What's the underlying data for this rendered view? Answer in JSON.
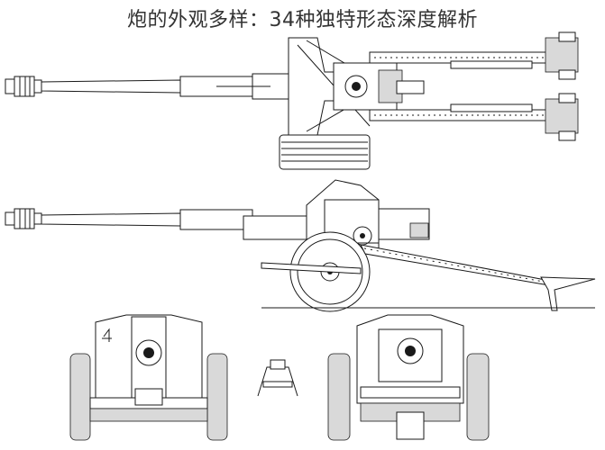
{
  "header": {
    "title": "炮的外观多样：34种独特形态深度解析"
  },
  "figure": {
    "views": [
      "top-view",
      "side-view",
      "front-view",
      "rear-view"
    ]
  }
}
